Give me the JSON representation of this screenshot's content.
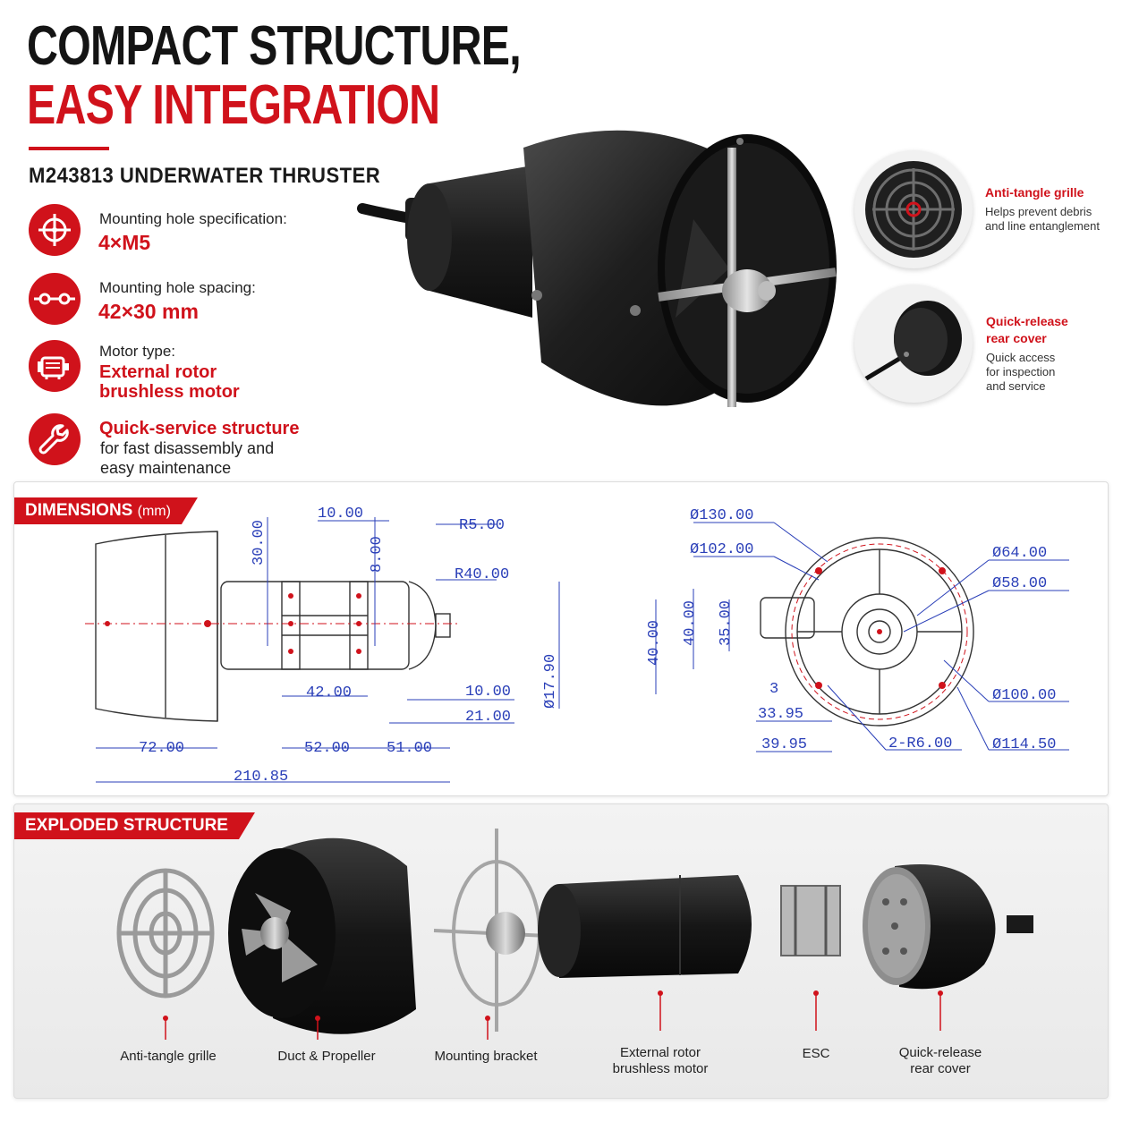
{
  "header": {
    "title_line1": "COMPACT STRUCTURE,",
    "title_line2": "EASY INTEGRATION",
    "product": "M243813 UNDERWATER THRUSTER"
  },
  "features": [
    {
      "icon": "crosshair-icon",
      "label": "Mounting hole specification:",
      "value": "4×M5"
    },
    {
      "icon": "hole-spacing-icon",
      "label": "Mounting hole spacing:",
      "value": "42×30 mm"
    },
    {
      "icon": "motor-icon",
      "label": "Motor type:",
      "value_line1": "External rotor",
      "value_line2": "brushless motor"
    },
    {
      "icon": "wrench-icon",
      "value": "Quick-service structure",
      "desc_line1": "for fast disassembly and",
      "desc_line2": "easy maintenance"
    }
  ],
  "callouts": [
    {
      "title": "Anti-tangle grille",
      "text_line1": "Helps prevent debris",
      "text_line2": "and line entanglement"
    },
    {
      "title_line1": "Quick-release",
      "title_line2": "rear cover",
      "text_line1": "Quick access",
      "text_line2": "for inspection",
      "text_line3": "and service"
    }
  ],
  "dimensions": {
    "tag": "DIMENSIONS",
    "unit": "(mm)",
    "side": {
      "d10": "10.00",
      "r5": "R5.00",
      "d30": "30.00",
      "d8": "8.00",
      "r40": "R40.00",
      "d42": "42.00",
      "d10b": "10.00",
      "d21": "21.00",
      "d17_9": "Ø17.90",
      "d72": "72.00",
      "d52": "52.00",
      "d51": "51.00",
      "d210": "210.85"
    },
    "front": {
      "d130": "Ø130.00",
      "d102": "Ø102.00",
      "d64": "Ø64.00",
      "d58": "Ø58.00",
      "d40a": "40.00",
      "d40b": "40.00",
      "d35": "35.00",
      "d3": "3",
      "d33": "33.95",
      "d39": "39.95",
      "r6": "2-R6.00",
      "d100": "Ø100.00",
      "d114": "Ø114.50"
    }
  },
  "exploded": {
    "tag": "EXPLODED STRUCTURE",
    "parts": [
      {
        "line1": "Anti-tangle grille"
      },
      {
        "line1": "Duct & Propeller"
      },
      {
        "line1": "Mounting bracket"
      },
      {
        "line1": "External rotor",
        "line2": "brushless motor"
      },
      {
        "line1": "ESC"
      },
      {
        "line1": "Quick-release",
        "line2": "rear cover"
      }
    ]
  },
  "colors": {
    "accent": "#d0121b",
    "dimension": "#2a3fb8",
    "dark": "#141414"
  }
}
